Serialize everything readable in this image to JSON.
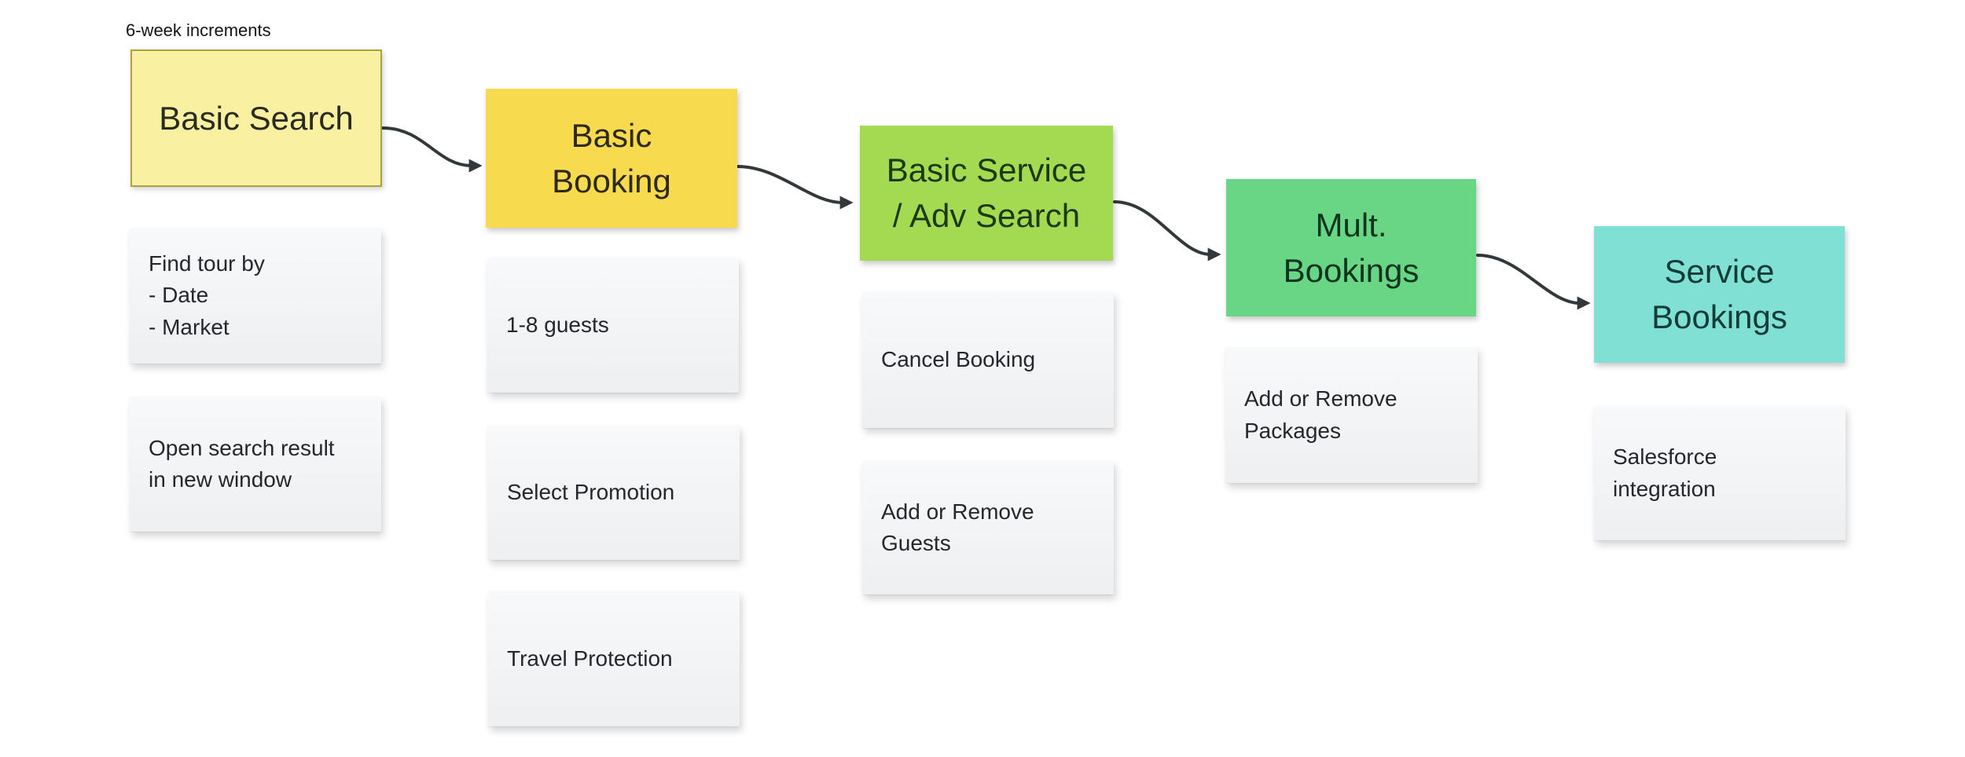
{
  "annotation": {
    "text": "6-week increments",
    "color": "#141414"
  },
  "connector_color": "#33383b",
  "palette": {
    "milestone_yellow_light": "#f9f1a1",
    "milestone_yellow_light_border": "#a9a23e",
    "milestone_yellow": "#f8da4f",
    "milestone_lime": "#a3da51",
    "milestone_green": "#69d686",
    "milestone_teal": "#7fe0d3",
    "detail_gray": "#f1f3f5",
    "canvas_background": "#ffffff"
  },
  "notes": [
    {
      "id": "basic-search",
      "kind": "milestone",
      "text": "Basic Search",
      "bg": "#f9f1a1",
      "fg": "#2b2a1e",
      "border_color": "#a9a23e"
    },
    {
      "id": "find-tour-by",
      "kind": "detail",
      "text": "Find tour by\n- Date\n- Market",
      "bg": "#f1f3f5",
      "fg": "#24272b"
    },
    {
      "id": "open-search-result",
      "kind": "detail",
      "text": "Open search result\nin new window",
      "bg": "#f1f3f5",
      "fg": "#24272b"
    },
    {
      "id": "basic-booking",
      "kind": "milestone",
      "text": "Basic\nBooking",
      "bg": "#f8da4f",
      "fg": "#2d2912"
    },
    {
      "id": "guests-1-8",
      "kind": "detail",
      "text": "1-8 guests",
      "bg": "#f1f3f5",
      "fg": "#24272b"
    },
    {
      "id": "select-promotion",
      "kind": "detail",
      "text": "Select Promotion",
      "bg": "#f1f3f5",
      "fg": "#24272b"
    },
    {
      "id": "travel-protection",
      "kind": "detail",
      "text": "Travel Protection",
      "bg": "#f1f3f5",
      "fg": "#24272b"
    },
    {
      "id": "basic-service-adv-search",
      "kind": "milestone",
      "text": "Basic Service\n/ Adv Search",
      "bg": "#a3da51",
      "fg": "#1c390f"
    },
    {
      "id": "cancel-booking",
      "kind": "detail",
      "text": "Cancel Booking",
      "bg": "#f1f3f5",
      "fg": "#24272b"
    },
    {
      "id": "add-remove-guests",
      "kind": "detail",
      "text": "Add or Remove\nGuests",
      "bg": "#f1f3f5",
      "fg": "#24272b"
    },
    {
      "id": "mult-bookings",
      "kind": "milestone",
      "text": "Mult.\nBookings",
      "bg": "#69d686",
      "fg": "#0d341e"
    },
    {
      "id": "add-remove-packages",
      "kind": "detail",
      "text": "Add or Remove\nPackages",
      "bg": "#f1f3f5",
      "fg": "#24272b"
    },
    {
      "id": "service-bookings",
      "kind": "milestone",
      "text": "Service\nBookings",
      "bg": "#7fe0d3",
      "fg": "#123c37"
    },
    {
      "id": "salesforce-integration",
      "kind": "detail",
      "text": "Salesforce\nintegration",
      "bg": "#f1f3f5",
      "fg": "#24272b"
    }
  ],
  "connections": [
    {
      "from": "basic-search",
      "to": "basic-booking"
    },
    {
      "from": "basic-booking",
      "to": "basic-service-adv-search"
    },
    {
      "from": "basic-service-adv-search",
      "to": "mult-bookings"
    },
    {
      "from": "mult-bookings",
      "to": "service-bookings"
    }
  ]
}
